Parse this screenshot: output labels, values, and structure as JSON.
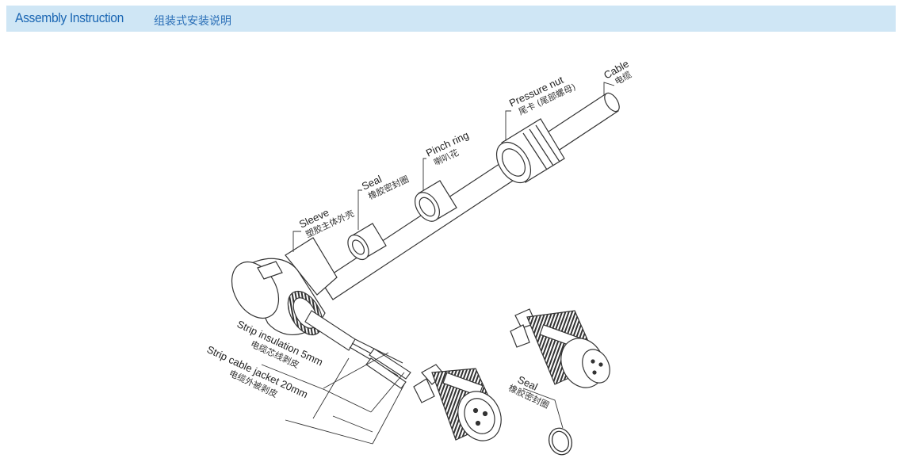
{
  "header": {
    "title_en": "Assembly Instruction",
    "title_cn": "组装式安装说明"
  },
  "labels": {
    "cable_en": "Cable",
    "cable_cn": "电缆",
    "pressure_nut_en": "Pressure nut",
    "pressure_nut_cn": "尾卡 (尾部螺母)",
    "pinch_ring_en": "Pinch ring",
    "pinch_ring_cn": "喇叭花",
    "seal_en": "Seal",
    "seal_cn": "橡胶密封圈",
    "sleeve_en": "Sleeve",
    "sleeve_cn": "塑胶主体外壳",
    "strip_insulation_en": "Strip insulation 5mm",
    "strip_insulation_cn": "电缆芯线剥皮",
    "strip_jacket_en": "Strip cable jacket 20mm",
    "strip_jacket_cn": "电缆外被剥皮",
    "seal2_en": "Seal",
    "seal2_cn": "橡胶密封圈"
  },
  "colors": {
    "header_bg": "#cfe6f5",
    "header_text": "#1a66b3"
  }
}
